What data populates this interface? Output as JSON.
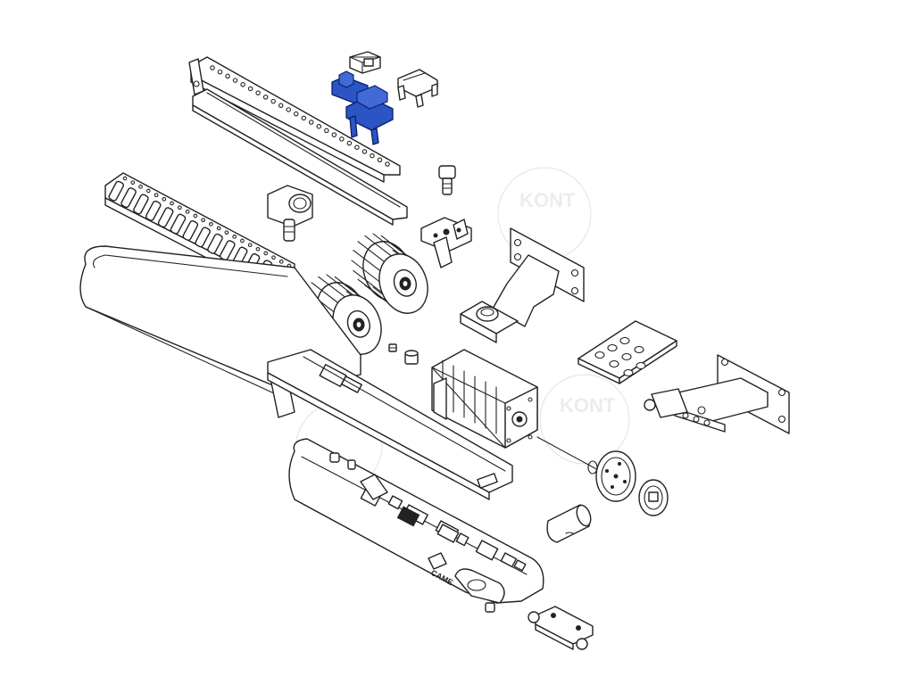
{
  "diagram": {
    "parts": [
      {
        "id": "gear-rack-1",
        "name": "gear-rack"
      },
      {
        "id": "rack-cover-strip",
        "name": "rack-cover-strip"
      },
      {
        "id": "limit-switch-block",
        "name": "limit-switch-block"
      },
      {
        "id": "limit-switch-bracket",
        "name": "limit-switch-bracket",
        "highlighted": true
      },
      {
        "id": "clip-part",
        "name": "clip-part"
      },
      {
        "id": "release-key",
        "name": "release-key"
      },
      {
        "id": "gear-rack-2",
        "name": "gear-rack"
      },
      {
        "id": "cable-gland",
        "name": "cable-gland"
      },
      {
        "id": "release-lever",
        "name": "release-lever"
      },
      {
        "id": "pinion-gear-upper",
        "name": "pinion-gear"
      },
      {
        "id": "pinion-gear-lower",
        "name": "pinion-gear"
      },
      {
        "id": "mounting-bracket-upper",
        "name": "mounting-bracket"
      },
      {
        "id": "top-cover",
        "name": "top-cover"
      },
      {
        "id": "connector-pins",
        "name": "connector-pins"
      },
      {
        "id": "gear-motor",
        "name": "gear-motor"
      },
      {
        "id": "spacer-plate",
        "name": "spacer-plate"
      },
      {
        "id": "mounting-bracket-lower",
        "name": "mounting-bracket"
      },
      {
        "id": "encoder-disc",
        "name": "encoder-disc"
      },
      {
        "id": "encoder-cap",
        "name": "encoder-cap"
      },
      {
        "id": "capacitor",
        "name": "capacitor"
      },
      {
        "id": "base-housing",
        "name": "base-housing"
      },
      {
        "id": "fixing-bracket",
        "name": "fixing-bracket"
      }
    ],
    "highlight_color": "#2b55c4",
    "brand_mark": "CAME",
    "watermark": "KONT"
  }
}
